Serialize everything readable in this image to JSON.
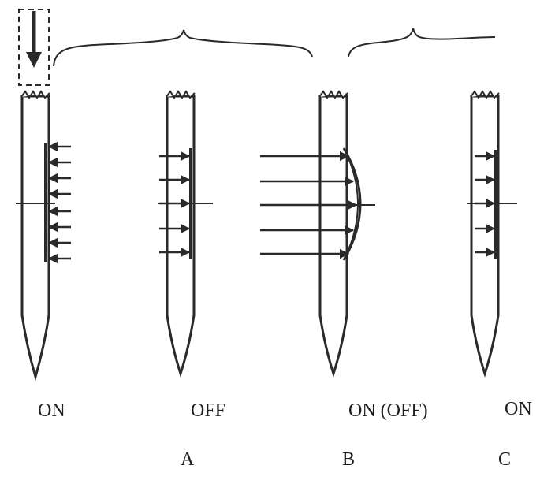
{
  "labels": {
    "state_1": "ON",
    "state_2": "OFF",
    "state_3": "ON (OFF)",
    "state_4": "ON",
    "stage_a": "A",
    "stage_b": "B",
    "stage_c": "C"
  },
  "colors": {
    "line": "#2a2a2a",
    "background": "#ffffff"
  },
  "icons": {
    "insertion": "down-arrow-icon",
    "force": "arrow-icon"
  }
}
